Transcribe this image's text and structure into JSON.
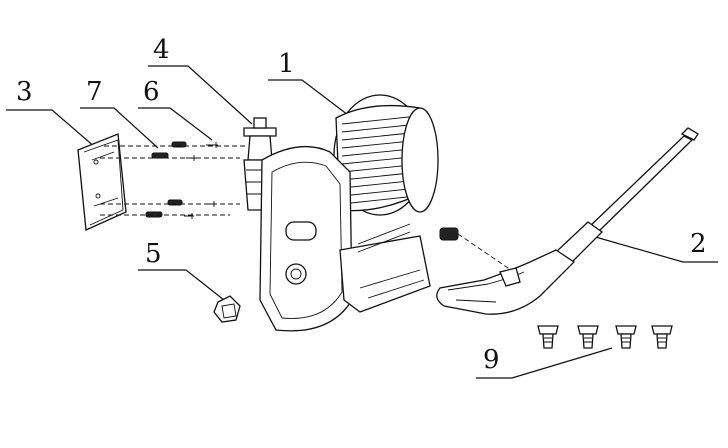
{
  "diagram": {
    "callouts": [
      {
        "id": "1",
        "label": "1"
      },
      {
        "id": "2",
        "label": "2"
      },
      {
        "id": "3",
        "label": "3"
      },
      {
        "id": "4",
        "label": "4"
      },
      {
        "id": "5",
        "label": "5"
      },
      {
        "id": "6",
        "label": "6"
      },
      {
        "id": "7",
        "label": "7"
      },
      {
        "id": "9",
        "label": "9"
      }
    ]
  }
}
